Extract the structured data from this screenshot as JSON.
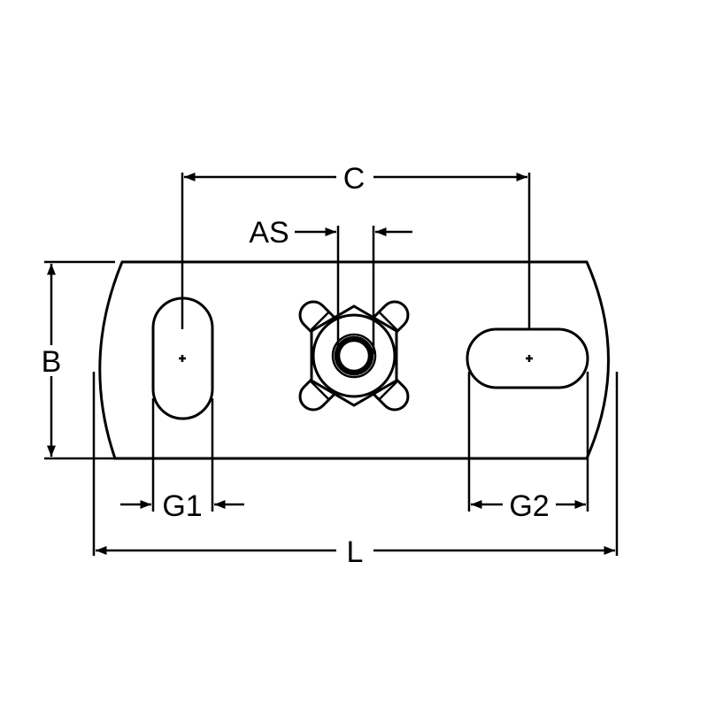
{
  "labels": {
    "C": "C",
    "AS": "AS",
    "B": "B",
    "G1": "G1",
    "G2": "G2",
    "L": "L"
  },
  "colors": {
    "line": "#000000",
    "background": "#ffffff"
  }
}
